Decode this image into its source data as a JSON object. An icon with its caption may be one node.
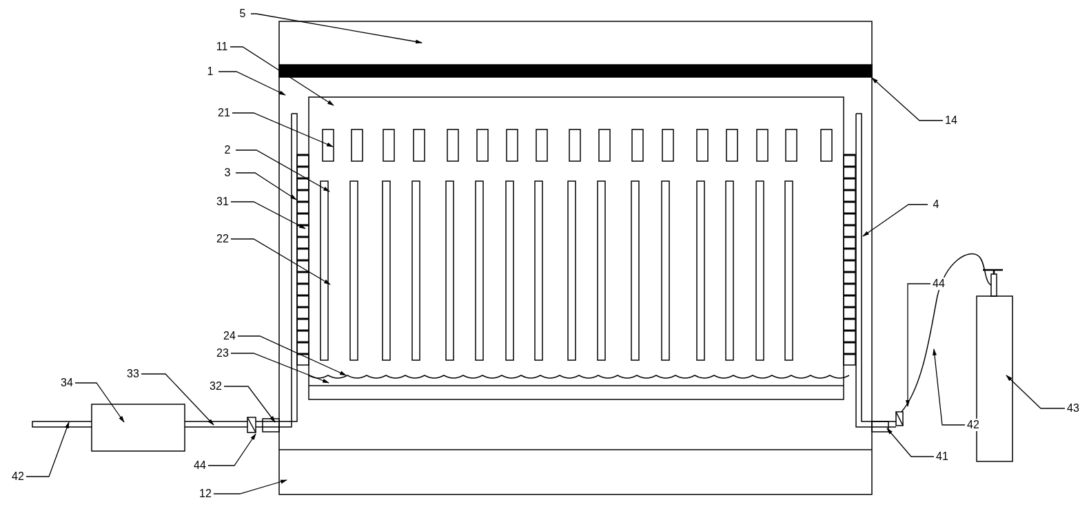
{
  "diagram": {
    "nodes": [
      {
        "text": [
          "5"
        ]
      },
      {
        "text": [
          "11"
        ]
      },
      {
        "text": [
          "1"
        ]
      },
      {
        "text": [
          "21"
        ]
      },
      {
        "text": [
          "2"
        ]
      },
      {
        "text": [
          "3"
        ]
      },
      {
        "text": [
          "31"
        ]
      },
      {
        "text": [
          "22"
        ]
      },
      {
        "text": [
          "24"
        ]
      },
      {
        "text": [
          "23"
        ]
      },
      {
        "text": [
          "34"
        ]
      },
      {
        "text": [
          "33"
        ]
      },
      {
        "text": [
          "32"
        ]
      },
      {
        "text": [
          "42"
        ]
      },
      {
        "text": [
          "44"
        ]
      },
      {
        "text": [
          "12"
        ]
      },
      {
        "text": [
          "14"
        ]
      },
      {
        "text": [
          "4"
        ]
      },
      {
        "text": [
          "44"
        ]
      },
      {
        "text": [
          "42"
        ]
      },
      {
        "text": [
          "41"
        ]
      },
      {
        "text": [
          "43"
        ]
      }
    ],
    "edges": [
      {
        "from": 0,
        "to": null,
        "arrow": "to"
      },
      {
        "from": 1,
        "to": null,
        "arrow": "to"
      },
      {
        "from": 2,
        "to": null,
        "arrow": "to"
      },
      {
        "from": 3,
        "to": null,
        "arrow": "to"
      },
      {
        "from": 4,
        "to": null,
        "arrow": "to"
      },
      {
        "from": 5,
        "to": null,
        "arrow": "to"
      },
      {
        "from": 6,
        "to": null,
        "arrow": "to"
      },
      {
        "from": 7,
        "to": null,
        "arrow": "to"
      },
      {
        "from": 8,
        "to": null,
        "arrow": "to"
      },
      {
        "from": 9,
        "to": null,
        "arrow": "to"
      },
      {
        "from": 10,
        "to": null,
        "arrow": "to"
      },
      {
        "from": 11,
        "to": null,
        "arrow": "to"
      },
      {
        "from": 12,
        "to": null,
        "arrow": "to"
      },
      {
        "from": 13,
        "to": null,
        "arrow": "to"
      },
      {
        "from": 14,
        "to": null,
        "arrow": "to"
      },
      {
        "from": 15,
        "to": null,
        "arrow": "to"
      },
      {
        "from": 16,
        "to": null,
        "arrow": "to"
      },
      {
        "from": 17,
        "to": null,
        "arrow": "to"
      },
      {
        "from": 18,
        "to": null,
        "arrow": "to"
      },
      {
        "from": 19,
        "to": null,
        "arrow": "to"
      },
      {
        "from": 20,
        "to": null,
        "arrow": "to"
      },
      {
        "from": 21,
        "to": null,
        "arrow": "to"
      }
    ]
  }
}
